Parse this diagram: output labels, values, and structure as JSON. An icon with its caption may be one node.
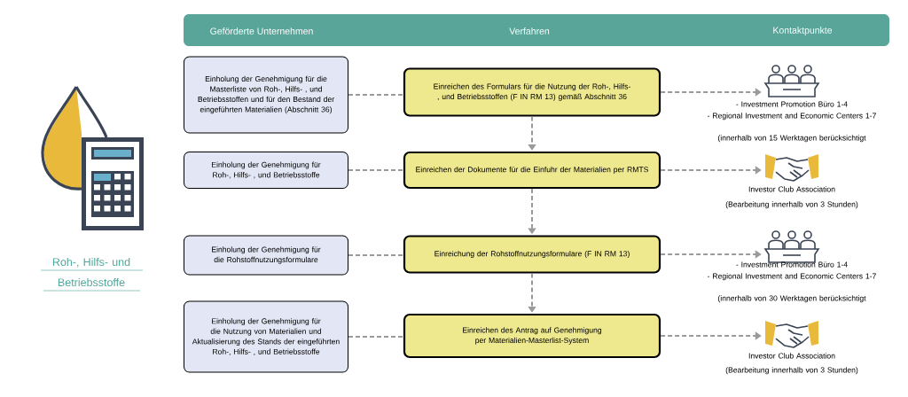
{
  "diagram": {
    "nodes": [
      {
        "text": [
          "Einholung der Genehmigung für die Masterliste von Roh-, Hilfs- , und Betriebsstoffen und für den Bestand der eingeführten Materialien (Abschnitt 36)"
        ]
      },
      {
        "text": [
          "Einholung der Genehmigung für Roh-, Hilfs- , und Betriebsstoffe"
        ]
      },
      {
        "text": [
          "Einholung der Genehmigung für die Rohstoffnutzungsformulare"
        ]
      },
      {
        "text": [
          "Einholung der Genehmigung für die Nutzung von Materialien und Aktualisierung des Stands der eingeführten Roh-, Hilfs- , und Betriebsstoffe"
        ]
      },
      {
        "text": [
          "Einreichen des Formulars für die Nutzung der Roh-, Hilfs- , und Betriebsstoffen (F IN RM 13) gemäß Abschnitt 36"
        ]
      },
      {
        "text": [
          "Einreichen der Dokumente für die Einfuhr der Materialien per RMTS"
        ]
      },
      {
        "text": [
          "Einreichung der Rohstoffnutzungsformulare (F IN RM 13)"
        ]
      },
      {
        "text": [
          "Einreichen des Antrag auf Genehmigung per Materialien-Masterlist-System"
        ]
      },
      {
        "text": [],
        "shape": "picture",
        "beside": [
          "- Investment Promotion Büro 1-4",
          "- Regional Investment and Economic Centers 1-7",
          "(innerhalb von 15 Werktagen berücksichtigt"
        ]
      },
      {
        "text": [],
        "shape": "picture",
        "beside": [
          "Investor Club Association",
          "(Bearbeitung innerhalb von 3 Stunden)"
        ]
      },
      {
        "text": [],
        "shape": "picture",
        "beside": [
          "- Investment Promotion Büro 1-4",
          "- Regional Investment and Economic Centers 1-7",
          "(innerhalb von 30 Werktagen berücksichtigt"
        ]
      },
      {
        "text": [],
        "shape": "picture",
        "beside": [
          "Investor Club Association",
          "(Bearbeitung innerhalb von 3 Stunden)"
        ]
      }
    ],
    "edges": [
      {
        "from": 0,
        "to": 4,
        "arrow": "none",
        "style": "dashed"
      },
      {
        "from": 1,
        "to": 5,
        "arrow": "none",
        "style": "dashed"
      },
      {
        "from": 2,
        "to": 6,
        "arrow": "none",
        "style": "dashed"
      },
      {
        "from": 3,
        "to": 7,
        "arrow": "none",
        "style": "dashed"
      },
      {
        "from": 4,
        "to": 8,
        "arrow": "to",
        "style": "dashed"
      },
      {
        "from": 5,
        "to": 9,
        "arrow": "to",
        "style": "dashed"
      },
      {
        "from": 6,
        "to": 10,
        "arrow": "to",
        "style": "dashed"
      },
      {
        "from": 7,
        "to": 11,
        "arrow": "to",
        "style": "dashed"
      },
      {
        "from": 4,
        "to": 5,
        "arrow": "to",
        "style": "dashed"
      },
      {
        "from": 5,
        "to": 6,
        "arrow": "to",
        "style": "dashed"
      },
      {
        "from": 6,
        "to": 7,
        "arrow": "to",
        "style": "dashed"
      }
    ],
    "labels": [
      "Geförderte Unternehmen",
      "Verfahren",
      "Kontaktpunkte",
      "Roh-, Hilfs- und Betriebsstoffe"
    ]
  }
}
